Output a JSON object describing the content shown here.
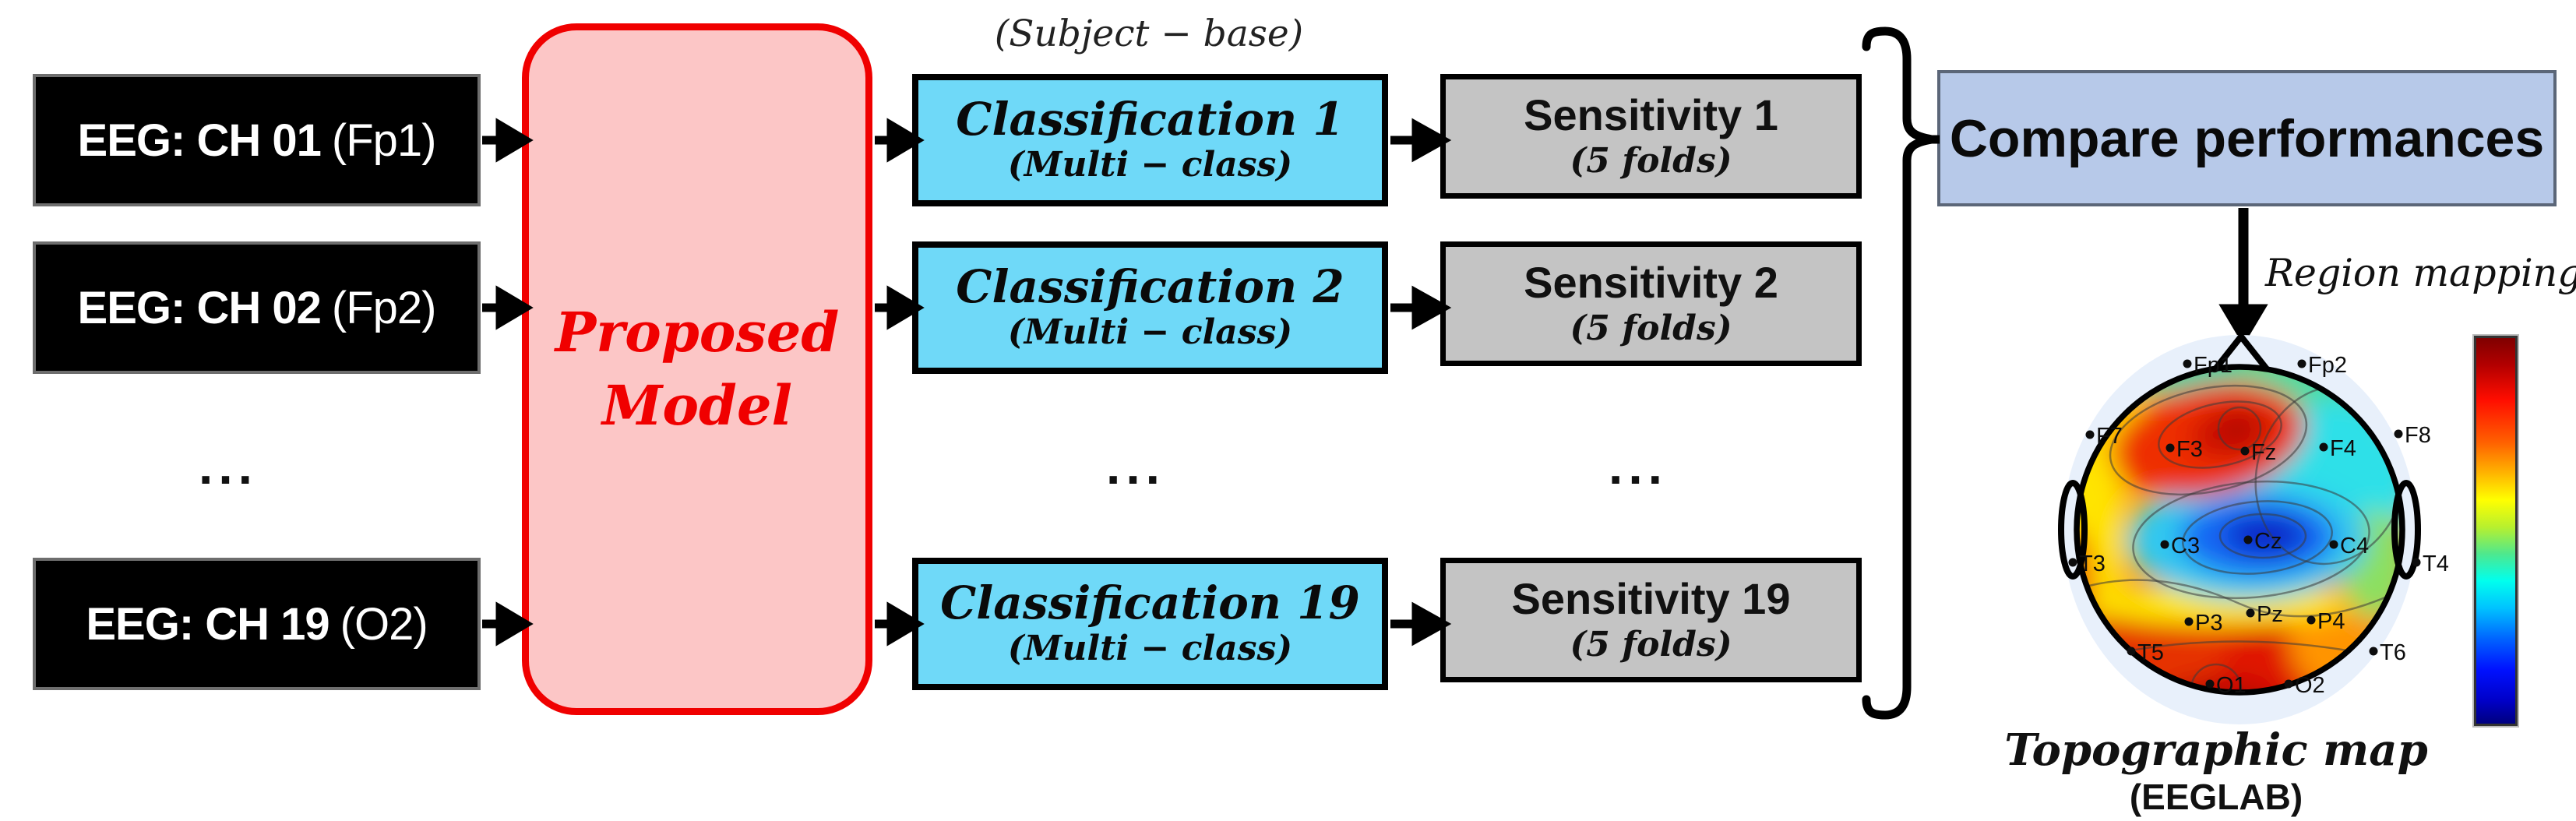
{
  "colors": {
    "input_fill": "#000000",
    "input_text": "#ffffff",
    "model_fill": "#fcc6c6",
    "model_border": "#f00000",
    "model_text": "#f00000",
    "classification_fill": "#6fd9f8",
    "sensitivity_fill": "#c4c4c4",
    "compare_fill": "#b7c9e9",
    "arrow_color": "#000000",
    "topomap_hot": "#cc0c00",
    "topomap_cold": "#0826c8",
    "halo_fill": "#e8f0fb"
  },
  "inputs": {
    "items": [
      {
        "main": "EEG: CH 01",
        "channel": "(Fp1)"
      },
      {
        "main": "EEG: CH 02",
        "channel": "(Fp2)"
      },
      {
        "main": "EEG: CH 19",
        "channel": "(O2)"
      }
    ],
    "ellipsis": "..."
  },
  "model": {
    "line1": "Proposed",
    "line2": "Model"
  },
  "subject_base_label": "(Subject − base)",
  "classifications": {
    "items": [
      {
        "title": "Classification 1",
        "subtitle": "(Multi − class)"
      },
      {
        "title": "Classification 2",
        "subtitle": "(Multi − class)"
      },
      {
        "title": "Classification 19",
        "subtitle": "(Multi − class)"
      }
    ],
    "ellipsis": "..."
  },
  "sensitivities": {
    "items": [
      {
        "title": "Sensitivity 1",
        "subtitle": "(5 folds)"
      },
      {
        "title": "Sensitivity 2",
        "subtitle": "(5 folds)"
      },
      {
        "title": "Sensitivity 19",
        "subtitle": "(5 folds)"
      }
    ],
    "ellipsis": "..."
  },
  "compare": {
    "label": "Compare performances"
  },
  "region_mapping_label": "Region mapping",
  "topomap": {
    "caption_line1": "Topographic map",
    "caption_line2": "(EEGLAB)",
    "electrodes": [
      "Fp1",
      "Fp2",
      "F7",
      "F3",
      "Fz",
      "F4",
      "F8",
      "T3",
      "C3",
      "Cz",
      "C4",
      "T4",
      "T5",
      "P3",
      "Pz",
      "P4",
      "T6",
      "O1",
      "O2"
    ]
  }
}
